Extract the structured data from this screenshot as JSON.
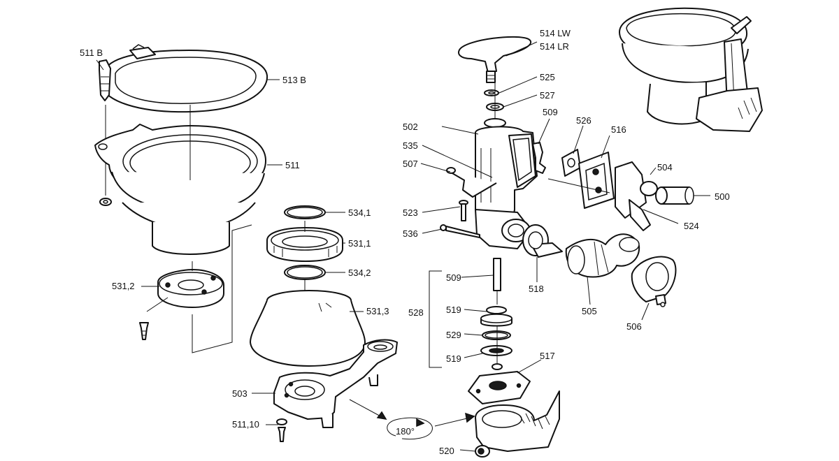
{
  "callouts": {
    "c_511b": "511 B",
    "c_513b": "513 B",
    "c_511": "511",
    "c_5341": "534,1",
    "c_5311": "531,1",
    "c_5342": "534,2",
    "c_5312": "531,2",
    "c_5313": "531,3",
    "c_503": "503",
    "c_51110": "511,10",
    "c_180": "180°",
    "c_514lw": "514 LW",
    "c_514lr": "514 LR",
    "c_525": "525",
    "c_527": "527",
    "c_509a": "509",
    "c_526": "526",
    "c_516": "516",
    "c_502": "502",
    "c_535": "535",
    "c_507": "507",
    "c_504": "504",
    "c_500": "500",
    "c_523": "523",
    "c_524": "524",
    "c_536": "536",
    "c_509b": "509",
    "c_518": "518",
    "c_505": "505",
    "c_506": "506",
    "c_528": "528",
    "c_519a": "519",
    "c_529": "529",
    "c_519b": "519",
    "c_517": "517",
    "c_520": "520"
  }
}
